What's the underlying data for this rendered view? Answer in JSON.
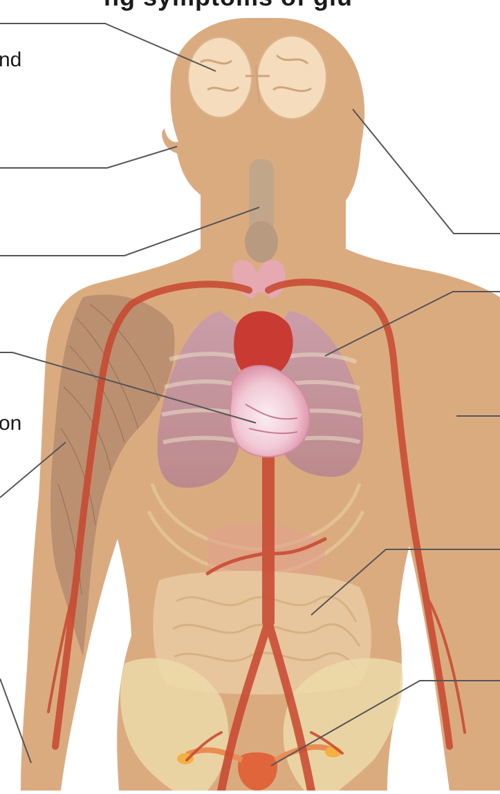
{
  "diagram": {
    "title_fragment": "ng symptoms of glu",
    "labels": {
      "brain_fragment": "nd",
      "heart_fragment": "on"
    },
    "colors": {
      "background": "#ffffff",
      "body_silhouette": "#dbab80",
      "leader_line": "#555555",
      "artery": "#c8472f",
      "heart": "#c93a33",
      "lungs": "#b88aa0",
      "muscle": "#a07a64",
      "brain": "#f4dcbc",
      "thyroid": "#e7a7b6",
      "intestines": "#e8c9a0",
      "uterus": "#e0653a"
    }
  }
}
